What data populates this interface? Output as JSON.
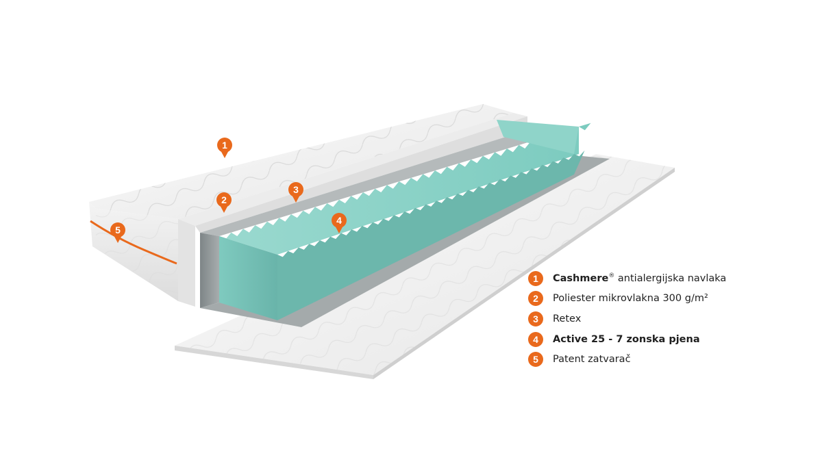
{
  "colors": {
    "accent": "#e9691c",
    "foam": "#84cfc6",
    "cover": "#f2f2f2",
    "retex": "#8d9496"
  },
  "markers": [
    "1",
    "2",
    "3",
    "4",
    "5"
  ],
  "legend": [
    {
      "number": "1",
      "bold": "Cashmere",
      "sup": "®",
      "text": " antialergijska navlaka"
    },
    {
      "number": "2",
      "bold": "",
      "sup": "",
      "text": "Poliester mikrovlakna 300 g/m²"
    },
    {
      "number": "3",
      "bold": "",
      "sup": "",
      "text": "Retex"
    },
    {
      "number": "4",
      "bold": "Active 25 - 7 zonska pjena",
      "sup": "",
      "text": ""
    },
    {
      "number": "5",
      "bold": "",
      "sup": "",
      "text": "Patent zatvarač"
    }
  ]
}
